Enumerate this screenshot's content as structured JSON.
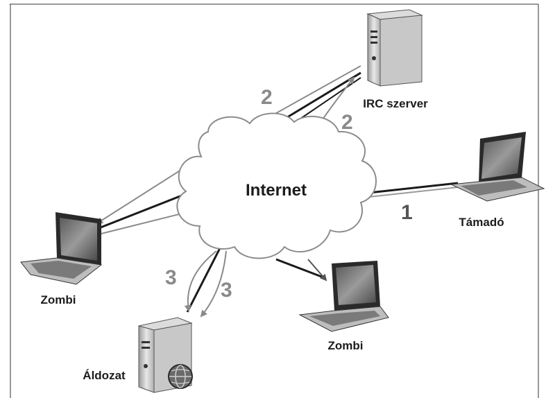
{
  "diagram": {
    "cloud_label": "Internet",
    "nodes": {
      "irc_server": "IRC szerver",
      "attacker": "Támadó",
      "zombie_left": "Zombi",
      "zombie_right": "Zombi",
      "victim": "Áldozat"
    },
    "steps": {
      "step1": "1",
      "step2a": "2",
      "step2b": "2",
      "step3a": "3",
      "step3b": "3"
    }
  }
}
